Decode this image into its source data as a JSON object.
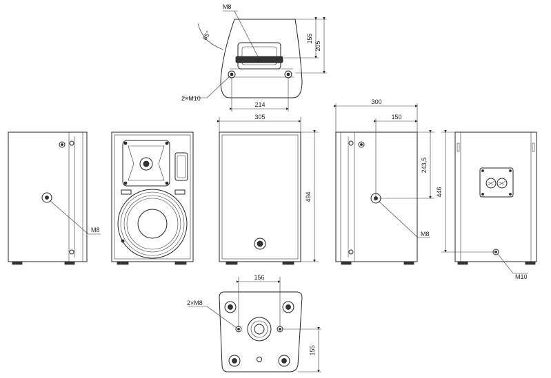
{
  "top_view": {
    "angle_label": "85°",
    "thread_label": "M8",
    "dim_155": "155",
    "dim_205": "205",
    "mount_label": "2×M10",
    "dim_214": "214"
  },
  "front_view": {
    "dim_305": "305",
    "dim_494": "494"
  },
  "side_view": {
    "dim_300": "300",
    "dim_150": "150",
    "dim_243_5": "243,5",
    "thread_label": "M8"
  },
  "left_view": {
    "thread_label": "M8"
  },
  "rear_view": {
    "dim_446": "446",
    "thread_label": "M10"
  },
  "bottom_view": {
    "dim_156": "156",
    "mount_label": "2×M8",
    "dim_155": "155"
  }
}
